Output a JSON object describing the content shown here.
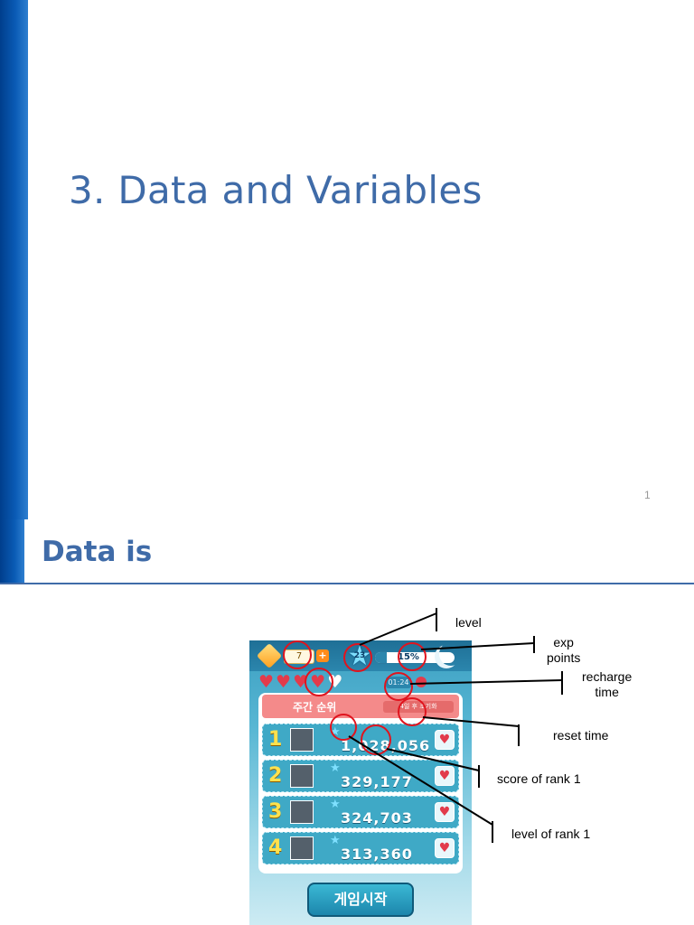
{
  "slide1": {
    "title": "3. Data and Variables",
    "page_number": "1",
    "accent_color": "#3f6ba8",
    "bar_color": "#0a5bb5"
  },
  "slide2": {
    "title": "Data is",
    "game": {
      "gem_count": "7",
      "plus_icon": "+",
      "level": "23",
      "exp_percent": "15%",
      "exp_fraction": 0.15,
      "hearts_filled": 4,
      "hearts_total": 5,
      "recharge_time": "01:24",
      "weekly_rank_label": "주간 순위",
      "reset_label": "4일 후 초기화",
      "ranks": [
        {
          "rank": "1",
          "score": "1,028,056"
        },
        {
          "rank": "2",
          "score": "329,177"
        },
        {
          "rank": "3",
          "score": "324,703"
        },
        {
          "rank": "4",
          "score": "313,360"
        }
      ],
      "start_button": "게임시작"
    },
    "annotations": {
      "level": "level",
      "exp_points": "exp\npoints",
      "recharge_time": "recharge\ntime",
      "reset_time": "reset time",
      "score_rank1": "score of rank 1",
      "level_rank1": "level of rank 1"
    }
  }
}
